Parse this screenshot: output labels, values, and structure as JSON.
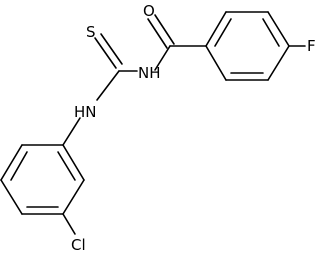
{
  "atoms": {
    "O": "O",
    "S": "S",
    "NH_upper": "NH",
    "NH_lower": "HN",
    "F": "F",
    "Cl": "Cl"
  },
  "colors": {
    "bond": "#000000",
    "label": "#000000",
    "background": "#ffffff"
  }
}
